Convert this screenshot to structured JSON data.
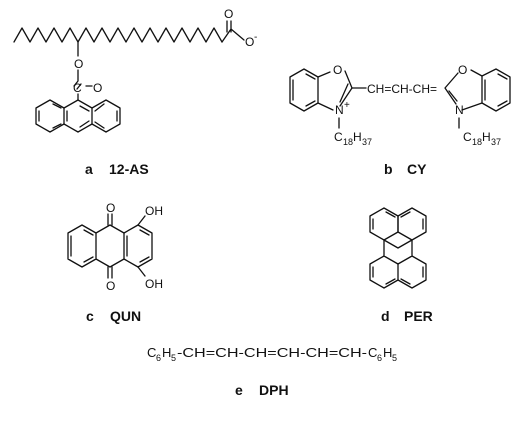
{
  "structures": {
    "a": {
      "letter": "a",
      "abbrev": "12-AS",
      "atoms": {
        "o_ester": "O",
        "o_carbonyl": "O",
        "c_carbonyl": "C",
        "o_carboxyl": "O",
        "o_anion": "O",
        "minus": "-"
      }
    },
    "b": {
      "letter": "b",
      "abbrev": "CY",
      "chain": "CH=CH-CH=",
      "atoms": {
        "o_left": "O",
        "n_left": "N",
        "plus": "+",
        "o_right": "O",
        "n_right": "N"
      },
      "substituent": {
        "c": "C",
        "c_sub": "18",
        "h": "H",
        "h_sub": "37"
      }
    },
    "c": {
      "letter": "c",
      "abbrev": "QUN",
      "atoms": {
        "o_top": "O",
        "o_bottom": "O",
        "oh_top": "OH",
        "oh_bottom": "OH"
      }
    },
    "d": {
      "letter": "d",
      "abbrev": "PER"
    },
    "e": {
      "letter": "e",
      "abbrev": "DPH",
      "formula": {
        "left_c": "C",
        "left_sub1": "6",
        "left_h": "H",
        "left_sub2": "5",
        "chain": "-CH=CH-CH=CH-CH=CH-",
        "right_c": "C",
        "right_sub1": "6",
        "right_h": "H",
        "right_sub2": "5"
      }
    }
  }
}
